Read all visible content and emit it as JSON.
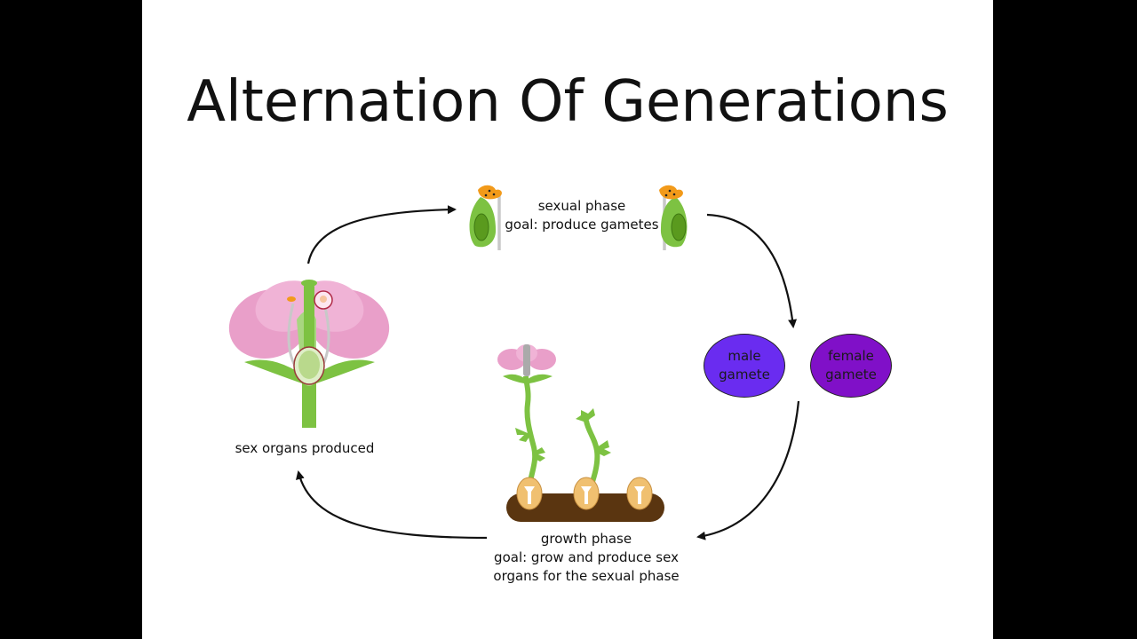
{
  "slide": {
    "title": "Alternation Of Generations"
  },
  "sexual_phase": {
    "line1": "sexual phase",
    "line2": "goal: produce gametes"
  },
  "gametes": {
    "male": {
      "line1": "male",
      "line2": "gamete",
      "color": "#6a2cf0"
    },
    "female": {
      "line1": "female",
      "line2": "gamete",
      "color": "#8010c8"
    }
  },
  "growth_phase": {
    "line1": "growth phase",
    "line2": "goal: grow and produce sex",
    "line3": "organs for the sexual phase"
  },
  "sex_organs": {
    "label": "sex organs produced"
  },
  "colors": {
    "petal": "#e99fc9",
    "stem": "#7dc242",
    "soil": "#5a3510",
    "seed": "#f0c070",
    "arrow": "#111111"
  }
}
